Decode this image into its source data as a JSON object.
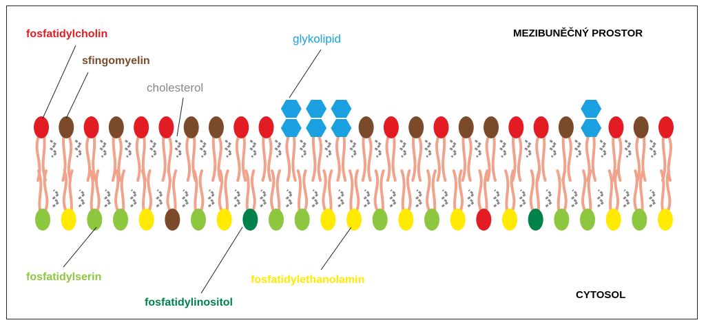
{
  "labels": {
    "phosphatidylcholine": "fosfatidylcholin",
    "sphingomyelin": "sfingomyelin",
    "cholesterol": "cholesterol",
    "glycolipid": "glykolipid",
    "phosphatidylserine": "fosfatidylserin",
    "phosphatidylinositol": "fosfatidylinositol",
    "phosphatidylethanolamine": "fosfatidylethanolamin",
    "extracellular_space": "MEZIBUNĚČNÝ PROSTOR",
    "cytosol": "CYTOSOL"
  },
  "colors": {
    "phosphatidylcholine": "#e31b23",
    "sphingomyelin": "#7a4a2a",
    "cholesterol": "#888888",
    "glycolipid": "#1ba0e2",
    "phosphatidylserine": "#8dc63f",
    "phosphatidylinositol": "#00824a",
    "phosphatidylethanolamine": "#ffea00",
    "tail": "#f0a38a",
    "text_dark": "#000000"
  },
  "outer_leaflet": [
    "pc",
    "sm",
    "pc",
    "sm",
    "pc",
    "pc",
    "sm",
    "sm",
    "pc",
    "pc",
    "gl",
    "gl",
    "gl",
    "sm",
    "pc",
    "sm",
    "pc",
    "sm",
    "sm",
    "pc",
    "pc",
    "sm",
    "gl",
    "pc",
    "sm",
    "pc"
  ],
  "inner_leaflet": [
    "ps",
    "pe",
    "ps",
    "ps",
    "pe",
    "sm",
    "ps",
    "pe",
    "pi",
    "ps",
    "ps",
    "pe",
    "pe",
    "ps",
    "pe",
    "ps",
    "pe",
    "pc",
    "pe",
    "pi",
    "ps",
    "ps",
    "pe",
    "ps",
    "pe"
  ]
}
